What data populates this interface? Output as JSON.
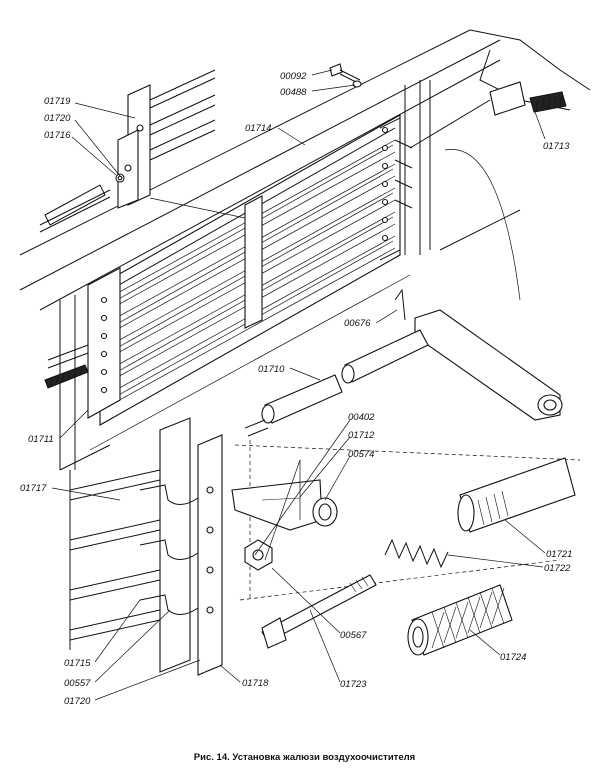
{
  "labels": {
    "l01719": "01719",
    "l01720a": "01720",
    "l01716": "01716",
    "l00092": "00092",
    "l00488": "00488",
    "l01714": "01714",
    "l01713": "01713",
    "l00676": "00676",
    "l01710": "01710",
    "l01711": "01711",
    "l00402": "00402",
    "l01712": "01712",
    "l00574": "00574",
    "l01717": "01717",
    "l01721": "01721",
    "l01722": "01722",
    "l00567": "00567",
    "l01723": "01723",
    "l01724": "01724",
    "l01715": "01715",
    "l00557": "00557",
    "l01720b": "01720",
    "l01718": "01718"
  },
  "caption": "Рис. 14. Установка жалюзи воздухоочистителя"
}
